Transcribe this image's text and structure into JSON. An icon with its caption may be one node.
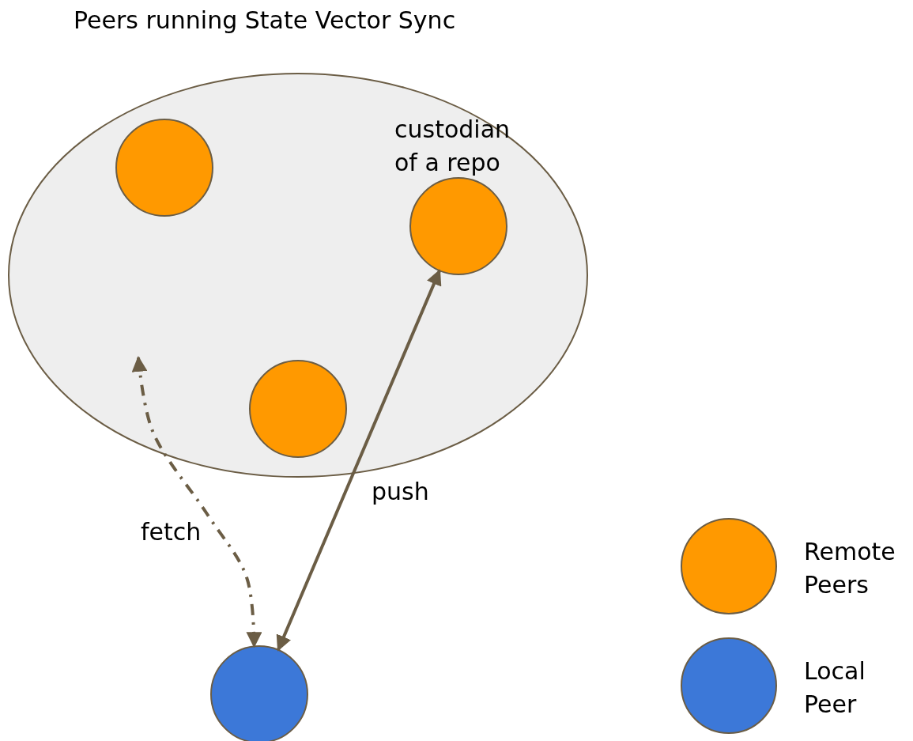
{
  "diagram": {
    "title": "Peers running State Vector Sync",
    "nodes": [
      {
        "text": [],
        "shape": "ellipse"
      },
      {
        "text": [],
        "shape": "circle",
        "in": 0
      },
      {
        "text": [],
        "shape": "circle",
        "in": 0,
        "beside": [
          "custodian of a repo"
        ]
      },
      {
        "text": [],
        "shape": "circle",
        "in": 0
      },
      {
        "text": [],
        "shape": "circle"
      }
    ],
    "edges": [
      {
        "from": 0,
        "to": 4,
        "arrow": "both",
        "label": "fetch",
        "style": "dashed"
      },
      {
        "from": 2,
        "to": 4,
        "arrow": "both",
        "label": "push"
      }
    ],
    "legend": [
      {
        "text": "Remote Peers",
        "color": "#ff9900"
      },
      {
        "text": "Local Peer",
        "color": "#3c78d8"
      }
    ]
  }
}
